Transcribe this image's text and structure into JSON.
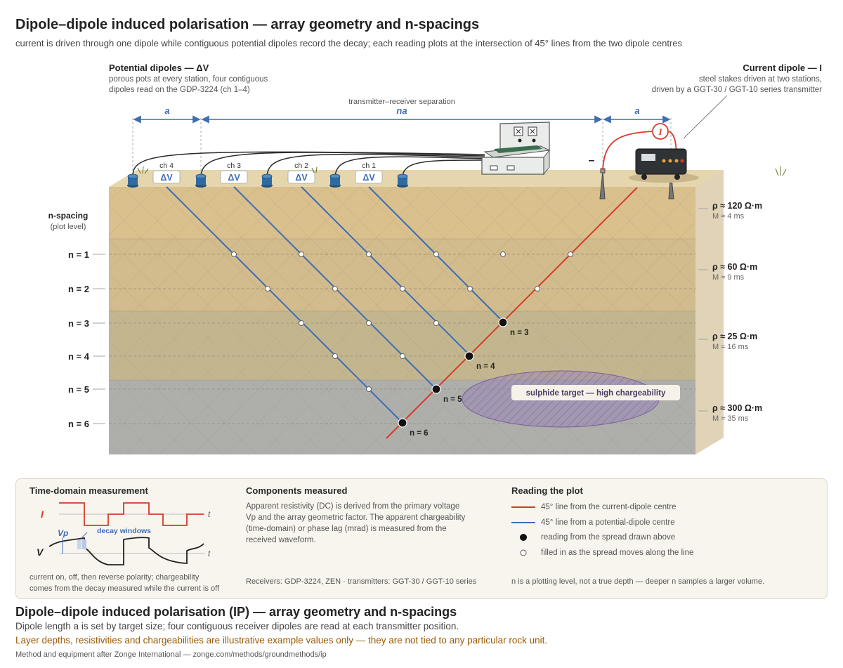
{
  "title": "Dipole–dipole induced polarisation — array geometry and n-spacings",
  "subtitle": "current is driven through one dipole while contiguous potential dipoles record the decay; each reading plots at the intersection of 45° lines from the two dipole centres",
  "potential": {
    "heading": "Potential dipoles — ΔV",
    "line1": "porous pots at every station, four contiguous",
    "line2": "dipoles read on the GDP-3224 (ch 1–4)"
  },
  "current": {
    "heading": "Current dipole — I",
    "line1": "steel stakes driven at two stations,",
    "line2": "driven by a GGT-30 / GGT-10 series transmitter"
  },
  "dims": {
    "a_left": "a",
    "na": "na",
    "a_right": "a",
    "separation": "transmitter–receiver separation"
  },
  "channels": [
    "ch 4",
    "ch 3",
    "ch 2",
    "ch 1"
  ],
  "dv_label": "ΔV",
  "minus": "–",
  "current_symbol": "I",
  "n_axis": {
    "title": "n-spacing",
    "sub": "(plot level)",
    "levels": [
      "n = 1",
      "n = 2",
      "n = 3",
      "n = 4",
      "n = 5",
      "n = 6"
    ]
  },
  "readings": [
    "n = 3",
    "n = 4",
    "n = 5",
    "n = 6"
  ],
  "layers": [
    {
      "rho": "ρ ≈ 120 Ω·m",
      "m": "M ≈ 4 ms",
      "color": "#d9c08d"
    },
    {
      "rho": "ρ ≈ 60 Ω·m",
      "m": "M ≈ 9 ms",
      "color": "#d2bb8c"
    },
    {
      "rho": "ρ ≈ 25 Ω·m",
      "m": "M ≈ 16 ms",
      "color": "#c3b68e"
    },
    {
      "rho": "ρ ≈ 300 Ω·m",
      "m": "M ≈ 35 ms",
      "color": "#aeaeab"
    }
  ],
  "target_label": "sulphide target — high chargeability",
  "colors": {
    "red": "#d63a2b",
    "blue": "#3d6db5",
    "topsoil": "#e6d6ae"
  },
  "panel1": {
    "heading": "Time-domain measurement",
    "I": "I",
    "V": "V",
    "Vp": "Vp",
    "t1": "t",
    "t2": "t",
    "decay": "decay windows",
    "caption1": "current on, off, then reverse polarity; chargeability",
    "caption2": "comes from the decay measured while the current is off"
  },
  "panel2": {
    "heading": "Components measured",
    "lines": [
      "Apparent resistivity (DC) is derived from the primary voltage",
      "Vp and the array geometric factor. The apparent chargeability",
      "(time-domain) or phase lag (mrad) is measured from the",
      "received waveform."
    ],
    "footer": "Receivers: GDP-3224, ZEN · transmitters: GGT-30 / GGT-10 series"
  },
  "panel3": {
    "heading": "Reading the plot",
    "items": [
      "45° line from the current-dipole centre",
      "45° line from a potential-dipole centre",
      "reading from the spread drawn above",
      "filled in as the spread moves along the line"
    ],
    "footer": "n is a plotting level, not a true depth — deeper n samples a larger volume."
  },
  "footer": {
    "title": "Dipole–dipole induced polarisation (IP) — array geometry and n-spacings",
    "line1": "Dipole length a is set by target size; four contiguous receiver dipoles are read at each transmitter position.",
    "line2": "Layer depths, resistivities and chargeabilities are illustrative example values only — they are not tied to any particular rock unit.",
    "line3": "Method and equipment after Zonge International — zonge.com/methods/groundmethods/ip"
  }
}
